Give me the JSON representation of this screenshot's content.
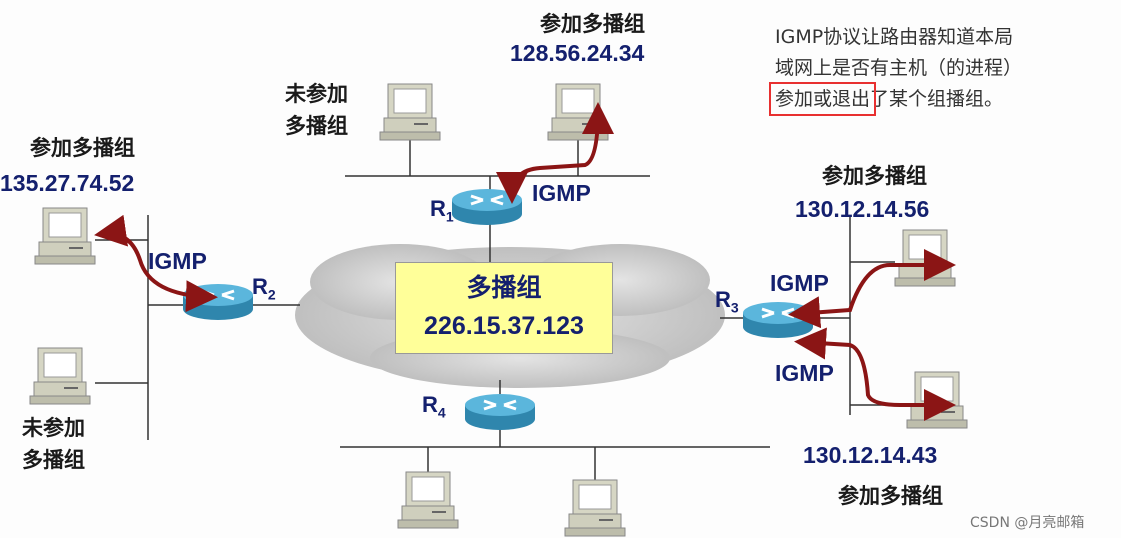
{
  "note": {
    "line1": "IGMP协议让路由器知道本局",
    "line2": "域网上是否有主机（的进程）",
    "line3_highlight": "参加或退出",
    "line3_rest": "了某个组播组。"
  },
  "multicast_group": {
    "title": "多播组",
    "address": "226.15.37.123"
  },
  "routers": {
    "r1": "R",
    "r2": "R",
    "r3": "R",
    "r4": "R",
    "s1": "1",
    "s2": "2",
    "s3": "3",
    "s4": "4"
  },
  "protocol_label": "IGMP",
  "hosts": {
    "top_joined": {
      "status": "参加多播组",
      "ip": "128.56.24.34"
    },
    "top_not_joined": {
      "line1": "未参加",
      "line2": "多播组"
    },
    "left_joined": {
      "status": "参加多播组",
      "ip": "135.27.74.52"
    },
    "left_not_joined": {
      "line1": "未参加",
      "line2": "多播组"
    },
    "right_top": {
      "status": "参加多播组",
      "ip": "130.12.14.56"
    },
    "right_bottom": {
      "status": "参加多播组",
      "ip": "130.12.14.43"
    }
  },
  "watermark": "CSDN @月亮邮箱",
  "colors": {
    "arrow": "#8b1515",
    "router": "#3a9cc4",
    "highlight_box": "#e83030",
    "cloud": "#c9c9c9",
    "group_box": "#ffff99",
    "ip_text": "#14206e"
  }
}
